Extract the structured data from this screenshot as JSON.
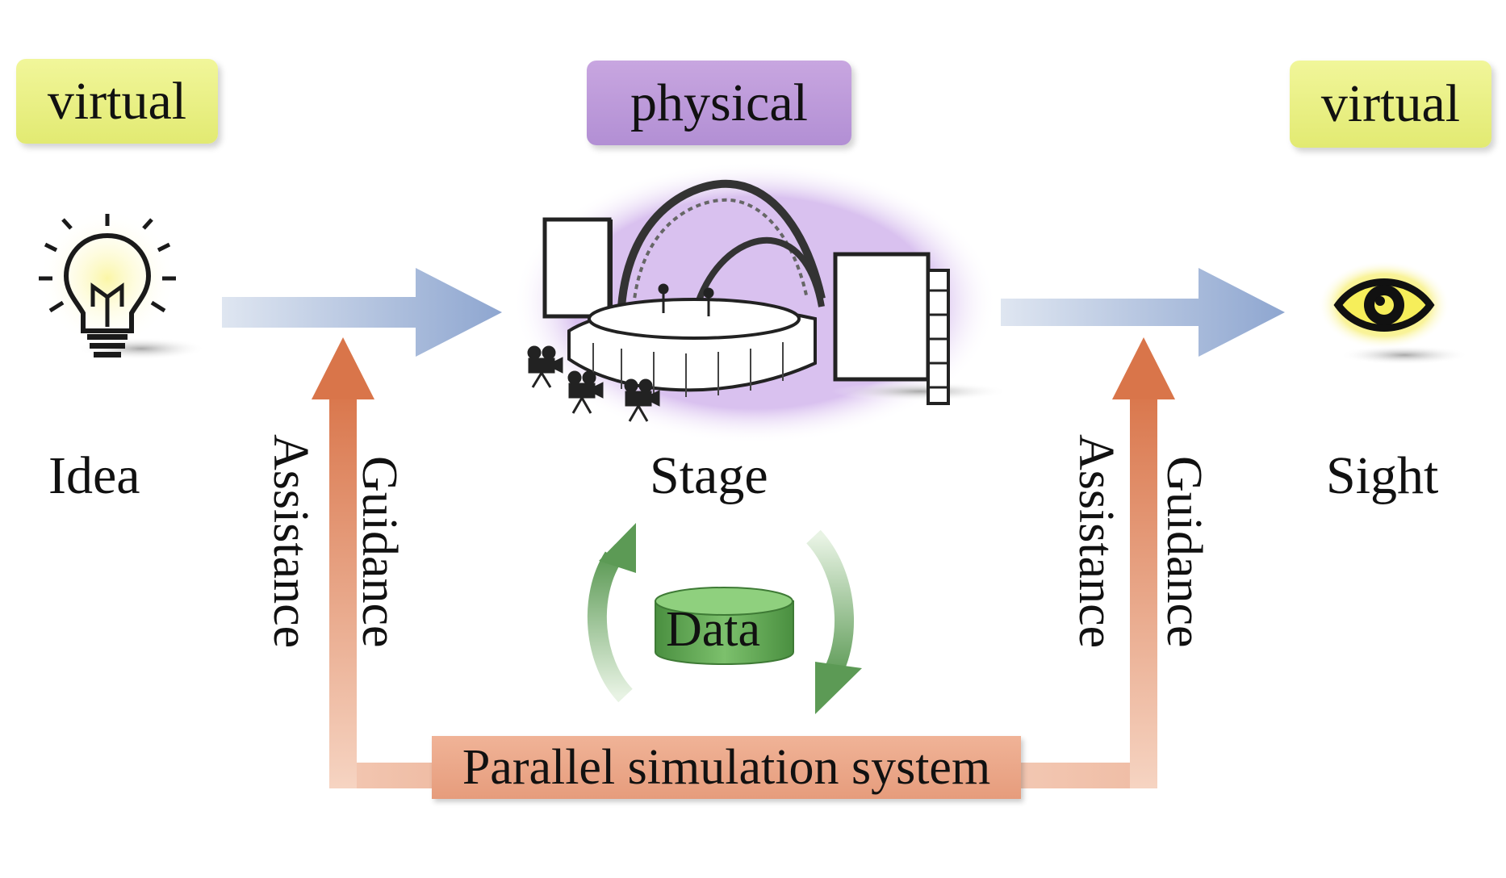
{
  "tags": {
    "left": "virtual",
    "center": "physical",
    "right": "virtual"
  },
  "nodes": {
    "idea": "Idea",
    "stage": "Stage",
    "sight": "Sight"
  },
  "links": {
    "left_assistance": "Assistance",
    "left_guidance": "Guidance",
    "right_assistance": "Assistance",
    "right_guidance": "Guidance"
  },
  "center": {
    "data": "Data",
    "system": "Parallel simulation system"
  },
  "icons": [
    "light-bulb-icon",
    "stage-structure-icon",
    "video-camera-icon",
    "eye-icon",
    "database-icon"
  ],
  "colors": {
    "virtual_tag": "#e6ec7a",
    "physical_tag": "#b894d8",
    "flow_arrow": "#9fb4d6",
    "feedback_arrow": "#e39474",
    "cycle_arrow": "#6fa86a",
    "data_cylinder": "#5ea84f"
  }
}
